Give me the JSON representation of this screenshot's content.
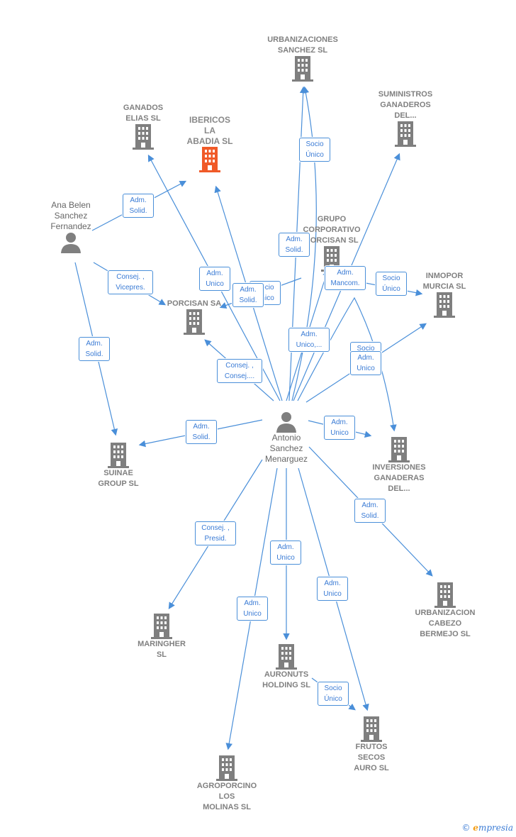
{
  "colors": {
    "edge": "#4a8fd9",
    "node": "#7f7f7f",
    "focus": "#f05a28"
  },
  "nodes": {
    "urbanizaciones": "URBANIZACIONES\nSANCHEZ  SL",
    "suministros": "SUMINISTROS\nGANADEROS\nDEL...",
    "ganados": "GANADOS\nELIAS  SL",
    "ibericos": "IBERICOS\nLA\nABADIA  SL",
    "ana": "Ana Belen\nSanchez\nFernandez",
    "grupo": "GRUPO\nCORPORATIVO\nPORCISAN  SL",
    "inmopor": "INMOPOR\nMURCIA  SL",
    "porcisan": "PORCISAN SA",
    "antonio": "Antonio\nSanchez\nMenarguez",
    "suinae": "SUINAE\nGROUP  SL",
    "inversiones": "INVERSIONES\nGANADERAS\nDEL...",
    "urbanizacion_cabezo": "URBANIZACION\nCABEZO\nBERMEJO  SL",
    "maringher": "MARINGHER\nSL",
    "auronuts": "AURONUTS\nHOLDING  SL",
    "frutos": "FRUTOS\nSECOS\nAURO SL",
    "agroporcino": "AGROPORCINO\nLOS\nMOLINAS  SL"
  },
  "edge_labels": {
    "socio_unico_urb": "Socio\nÚnico",
    "adm_solid_ana_ibericos": "Adm.\nSolid.",
    "adm_solid_grupo": "Adm.\nSolid.",
    "consej_vicepres": "Consej. ,\nVicepres.",
    "adm_unico_ganados": "Adm.\nUnico",
    "socio_unico_porcisan": "Socio\nÚnico",
    "adm_solid_porcisan": "Adm.\nSolid.",
    "adm_mancom": "Adm.\nMancom.",
    "socio_unico_inmopor": "Socio\nÚnico",
    "adm_solid_suinae_ana": "Adm.\nSolid.",
    "adm_unico_dots": "Adm.\nUnico,...",
    "socio_unico_inv": "Socio\nÚnico",
    "adm_unico_inv": "Adm.\nUnico",
    "consej_consej": "Consej. ,\nConsej....",
    "adm_solid_suinae": "Adm.\nSolid.",
    "adm_unico_inversiones": "Adm.\nUnico",
    "adm_solid_cabezo": "Adm.\nSolid.",
    "consej_presid": "Consej. ,\nPresid.",
    "adm_unico_auronuts": "Adm.\nUnico",
    "adm_unico_frutos": "Adm.\nUnico",
    "adm_unico_agro": "Adm.\nUnico",
    "socio_unico_frutos": "Socio\nÚnico"
  },
  "brand": {
    "copyright": "©",
    "name": "mpresia",
    "initial": "e"
  }
}
